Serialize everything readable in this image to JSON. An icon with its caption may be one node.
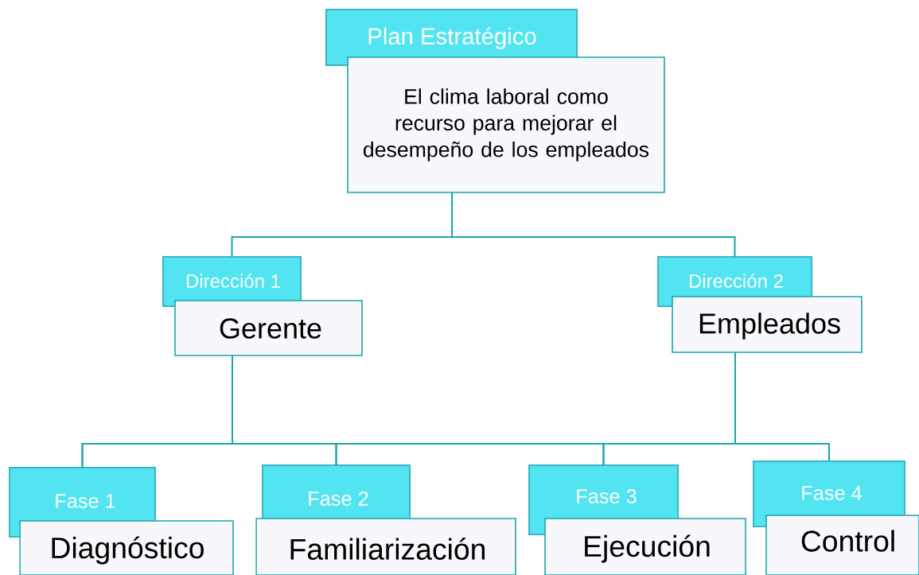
{
  "diagram": {
    "nodes": [
      {
        "text": [
          "Plan Estratégico",
          "El clima laboral como recurso para mejorar el desempeño de los empleados"
        ]
      },
      {
        "text": [
          "Dirección 1",
          "Gerente"
        ]
      },
      {
        "text": [
          "Dirección 2",
          "Empleados"
        ]
      },
      {
        "text": [
          "Fase 1",
          "Diagnóstico"
        ]
      },
      {
        "text": [
          "Fase 2",
          "Familiarización"
        ]
      },
      {
        "text": [
          "Fase 3",
          "Ejecución"
        ]
      },
      {
        "text": [
          "Fase 4",
          "Control"
        ]
      }
    ],
    "edges": [
      {
        "from": 0,
        "to": 1,
        "arrow": "none"
      },
      {
        "from": 0,
        "to": 2,
        "arrow": "none"
      },
      {
        "from": 1,
        "to": 3,
        "arrow": "none"
      },
      {
        "from": 1,
        "to": 4,
        "arrow": "none"
      },
      {
        "from": 1,
        "to": 5,
        "arrow": "none"
      },
      {
        "from": 1,
        "to": 6,
        "arrow": "none"
      },
      {
        "from": 2,
        "to": 3,
        "arrow": "none"
      },
      {
        "from": 2,
        "to": 4,
        "arrow": "none"
      },
      {
        "from": 2,
        "to": 5,
        "arrow": "none"
      },
      {
        "from": 2,
        "to": 6,
        "arrow": "none"
      }
    ]
  }
}
